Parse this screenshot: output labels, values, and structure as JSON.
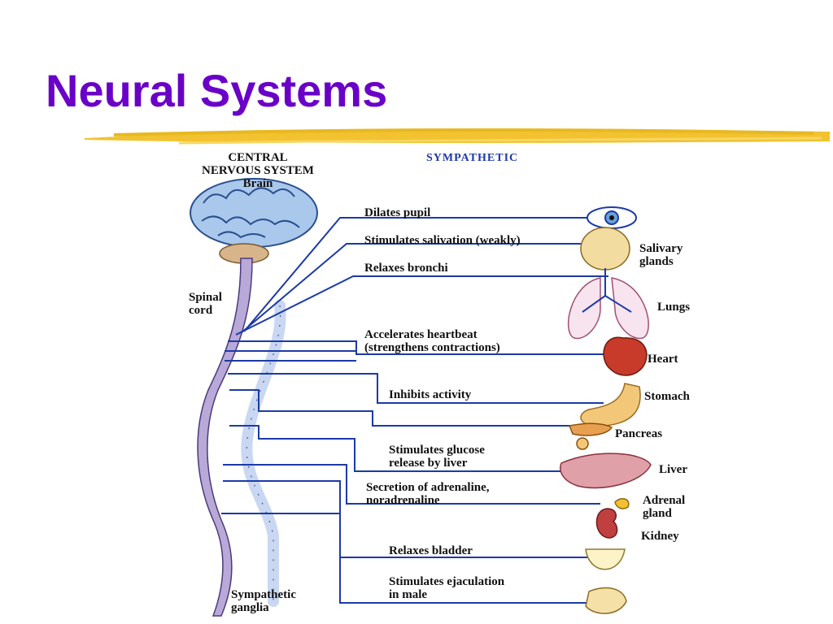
{
  "slide": {
    "title": "Neural Systems"
  },
  "colors": {
    "title": "#6a00c8",
    "underline": "#f2c230",
    "nerve": "#1c3aa8",
    "spine": "#b9a9d9",
    "ganglia": "#c9d7f2"
  },
  "diagram": {
    "header_cns": "CENTRAL\nNERVOUS SYSTEM\nBrain",
    "header_division": "SYMPATHETIC",
    "spinal_cord_label": "Spinal\ncord",
    "ganglia_label": "Sympathetic\nganglia",
    "effects": [
      {
        "text": "Dilates pupil"
      },
      {
        "text": "Stimulates salivation (weakly)"
      },
      {
        "text": "Relaxes bronchi"
      },
      {
        "text": "Accelerates heartbeat\n(strengthens contractions)"
      },
      {
        "text": "Inhibits activity"
      },
      {
        "text": "Stimulates glucose\nrelease by liver"
      },
      {
        "text": "Secretion of adrenaline,\nnoradrenaline"
      },
      {
        "text": "Relaxes bladder"
      },
      {
        "text": "Stimulates ejaculation\nin male"
      }
    ],
    "organs": [
      {
        "name": "Salivary\nglands",
        "icon": "salivary-glands-icon"
      },
      {
        "name": "Lungs",
        "icon": "lungs-icon"
      },
      {
        "name": "Heart",
        "icon": "heart-icon"
      },
      {
        "name": "Stomach",
        "icon": "stomach-icon"
      },
      {
        "name": "Pancreas",
        "icon": "pancreas-icon"
      },
      {
        "name": "Liver",
        "icon": "liver-icon"
      },
      {
        "name": "Adrenal\ngland",
        "icon": "adrenal-gland-icon"
      },
      {
        "name": "Kidney",
        "icon": "kidney-icon"
      }
    ]
  }
}
